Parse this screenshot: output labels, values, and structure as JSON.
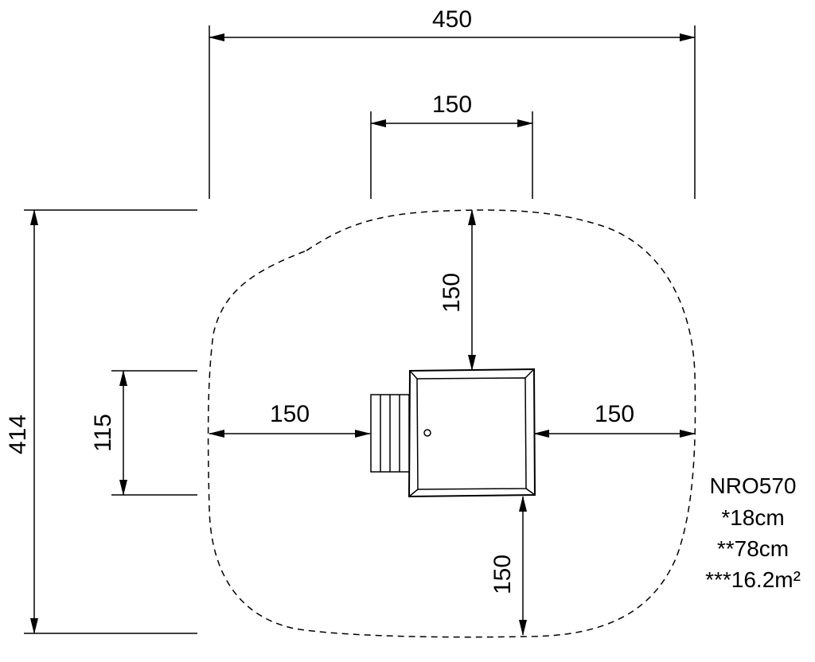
{
  "dimensions": {
    "overall_width": "450",
    "top_inner_width": "150",
    "overall_height": "414",
    "left_height": "115",
    "left_clearance": "150",
    "right_clearance": "150",
    "top_clearance": "150",
    "bottom_clearance": "150"
  },
  "notes": {
    "model": "NRO570",
    "line1": "*18cm",
    "line2": "**78cm",
    "line3": "***16.2m²"
  }
}
